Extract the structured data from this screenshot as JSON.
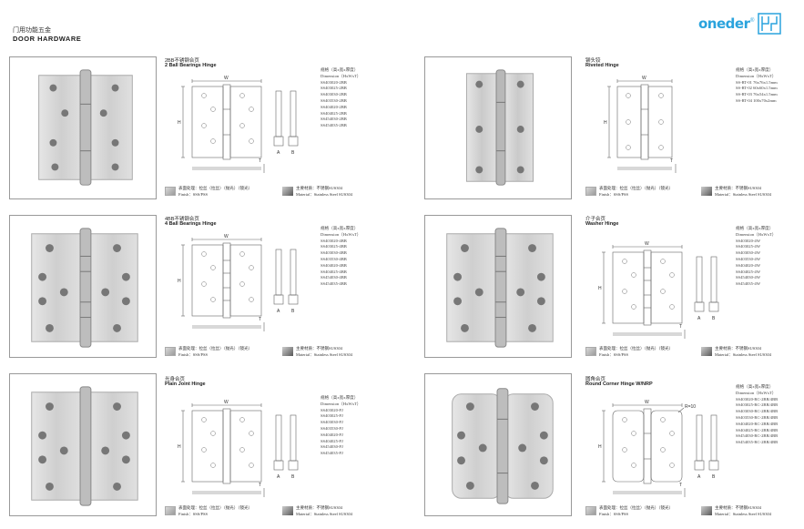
{
  "header": {
    "title_cn": "门用功能五金",
    "title_en": "DOOR  HARDWARE"
  },
  "logo": {
    "text": "oneder",
    "reg": "®",
    "color": "#2aa3dd"
  },
  "common": {
    "spec_head_cn": "规格（高x宽x厚度）",
    "spec_head_en": "Dimension（HxWxT）",
    "finish_cn": "表面处理：拉丝（拉丝）（抛光）（镜光）",
    "finish_en": "Finish：SSS/PSS",
    "material_cn": "主要材质：不锈钢SUS304",
    "material_en": "Material：Stainless Steel SUS304",
    "dim_w": "W",
    "dim_h": "H",
    "dim_t": "T",
    "dim_a": "A",
    "dim_b": "B",
    "dim_r": "R=10"
  },
  "products": [
    {
      "title_cn": "2BB不锈钢合页",
      "title_en": "2 Ball Bearings Hinge",
      "specs": [
        "SS403020-2BB",
        "SS403025-2BB",
        "SS403030-2BB",
        "SS403530-2BB",
        "SS404020-2BB",
        "SS404025-2BB",
        "SS454030-2BB",
        "SS454035-2BB"
      ]
    },
    {
      "title_cn": "铆头铰",
      "title_en": "Riveted Hinge",
      "specs": [
        "SS-RT-01 76x76x1.5mm",
        "SS-RT-02 60x60x1.5mm",
        "SS-RT-03 76x54x1.5mm",
        "SS-RT-04 100x70x2mm"
      ]
    },
    {
      "title_cn": "4BB不锈钢合页",
      "title_en": "4 Ball Bearings Hinge",
      "specs": [
        "SS403020-4BB",
        "SS403025-4BB",
        "SS403030-4BB",
        "SS403530-4BB",
        "SS404020-4BB",
        "SS404025-4BB",
        "SS454030-4BB",
        "SS454035-4BB"
      ]
    },
    {
      "title_cn": "介子合页",
      "title_en": "Washer Hinge",
      "specs": [
        "SS403020-4W",
        "SS403025-4W",
        "SS403030-4W",
        "SS403530-4W",
        "SS404020-4W",
        "SS404025-4W",
        "SS454030-4W",
        "SS454035-4W"
      ]
    },
    {
      "title_cn": "光身合页",
      "title_en": "Plain Joint Hinge",
      "specs": [
        "SS403020-PJ",
        "SS403025-PJ",
        "SS403030-PJ",
        "SS403530-PJ",
        "SS404020-PJ",
        "SS404025-PJ",
        "SS454030-PJ",
        "SS454035-PJ"
      ]
    },
    {
      "title_cn": "圆角合页",
      "title_en": "Round Corner Hinge W/NRP",
      "specs": [
        "SS403020-RC-2BB/4BB",
        "SS403025-RC-2BB/4BB",
        "SS403030-RC-2BB/4BB",
        "SS403530-RC-2BB/4BB",
        "SS404020-RC-2BB/4BB",
        "SS404025-RC-2BB/4BB",
        "SS454030-RC-2BB/4BB",
        "SS454035-RC-2BB/4BB"
      ]
    }
  ]
}
